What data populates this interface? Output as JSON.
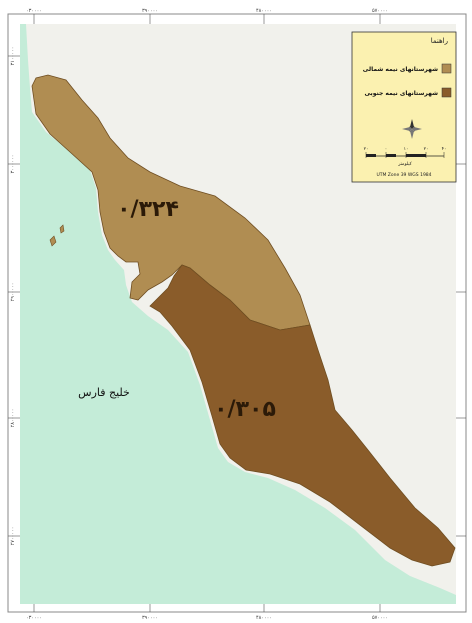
{
  "map": {
    "sea_label": "خلیج فارس",
    "north_region_value": "۰/۳۲۴",
    "south_region_value": "۰/۳۰۵",
    "colors": {
      "sea": "#c4ecd8",
      "land": "#f1f1ec",
      "north_region": "#b08d52",
      "south_region": "#8a5c2a",
      "border": "#6f4e22"
    }
  },
  "legend": {
    "title": "راهنما",
    "items": [
      {
        "label": "شهرستانهای نیمه شمالی",
        "color": "#b08d52"
      },
      {
        "label": "شهرستانهای نیمه جنوبی",
        "color": "#8a5c2a"
      }
    ],
    "scale_ticks": [
      "۴۰",
      "۲۰",
      "۱۰",
      "۰",
      "۲۰"
    ],
    "scale_unit": "کیلومتر",
    "footer": "UTM Zone 39 WGS 1984"
  },
  "frame_ticks": {
    "top": [
      "۰۳۰۰۰۰",
      "۳۹۰۰۰۰",
      "۴۸۰۰۰۰",
      "۵۷۰۰۰۰"
    ],
    "bottom": [
      "۰۳۰۰۰۰",
      "۳۹۰۰۰۰",
      "۴۸۰۰۰۰",
      "۵۷۰۰۰۰"
    ],
    "left": [
      "۳۱۰۰۰۰۰",
      "۳۰۰۰۰۰۰",
      "۲۹۰۰۰۰۰",
      "۲۸۰۰۰۰۰",
      "۲۷۰۰۰۰۰"
    ]
  }
}
